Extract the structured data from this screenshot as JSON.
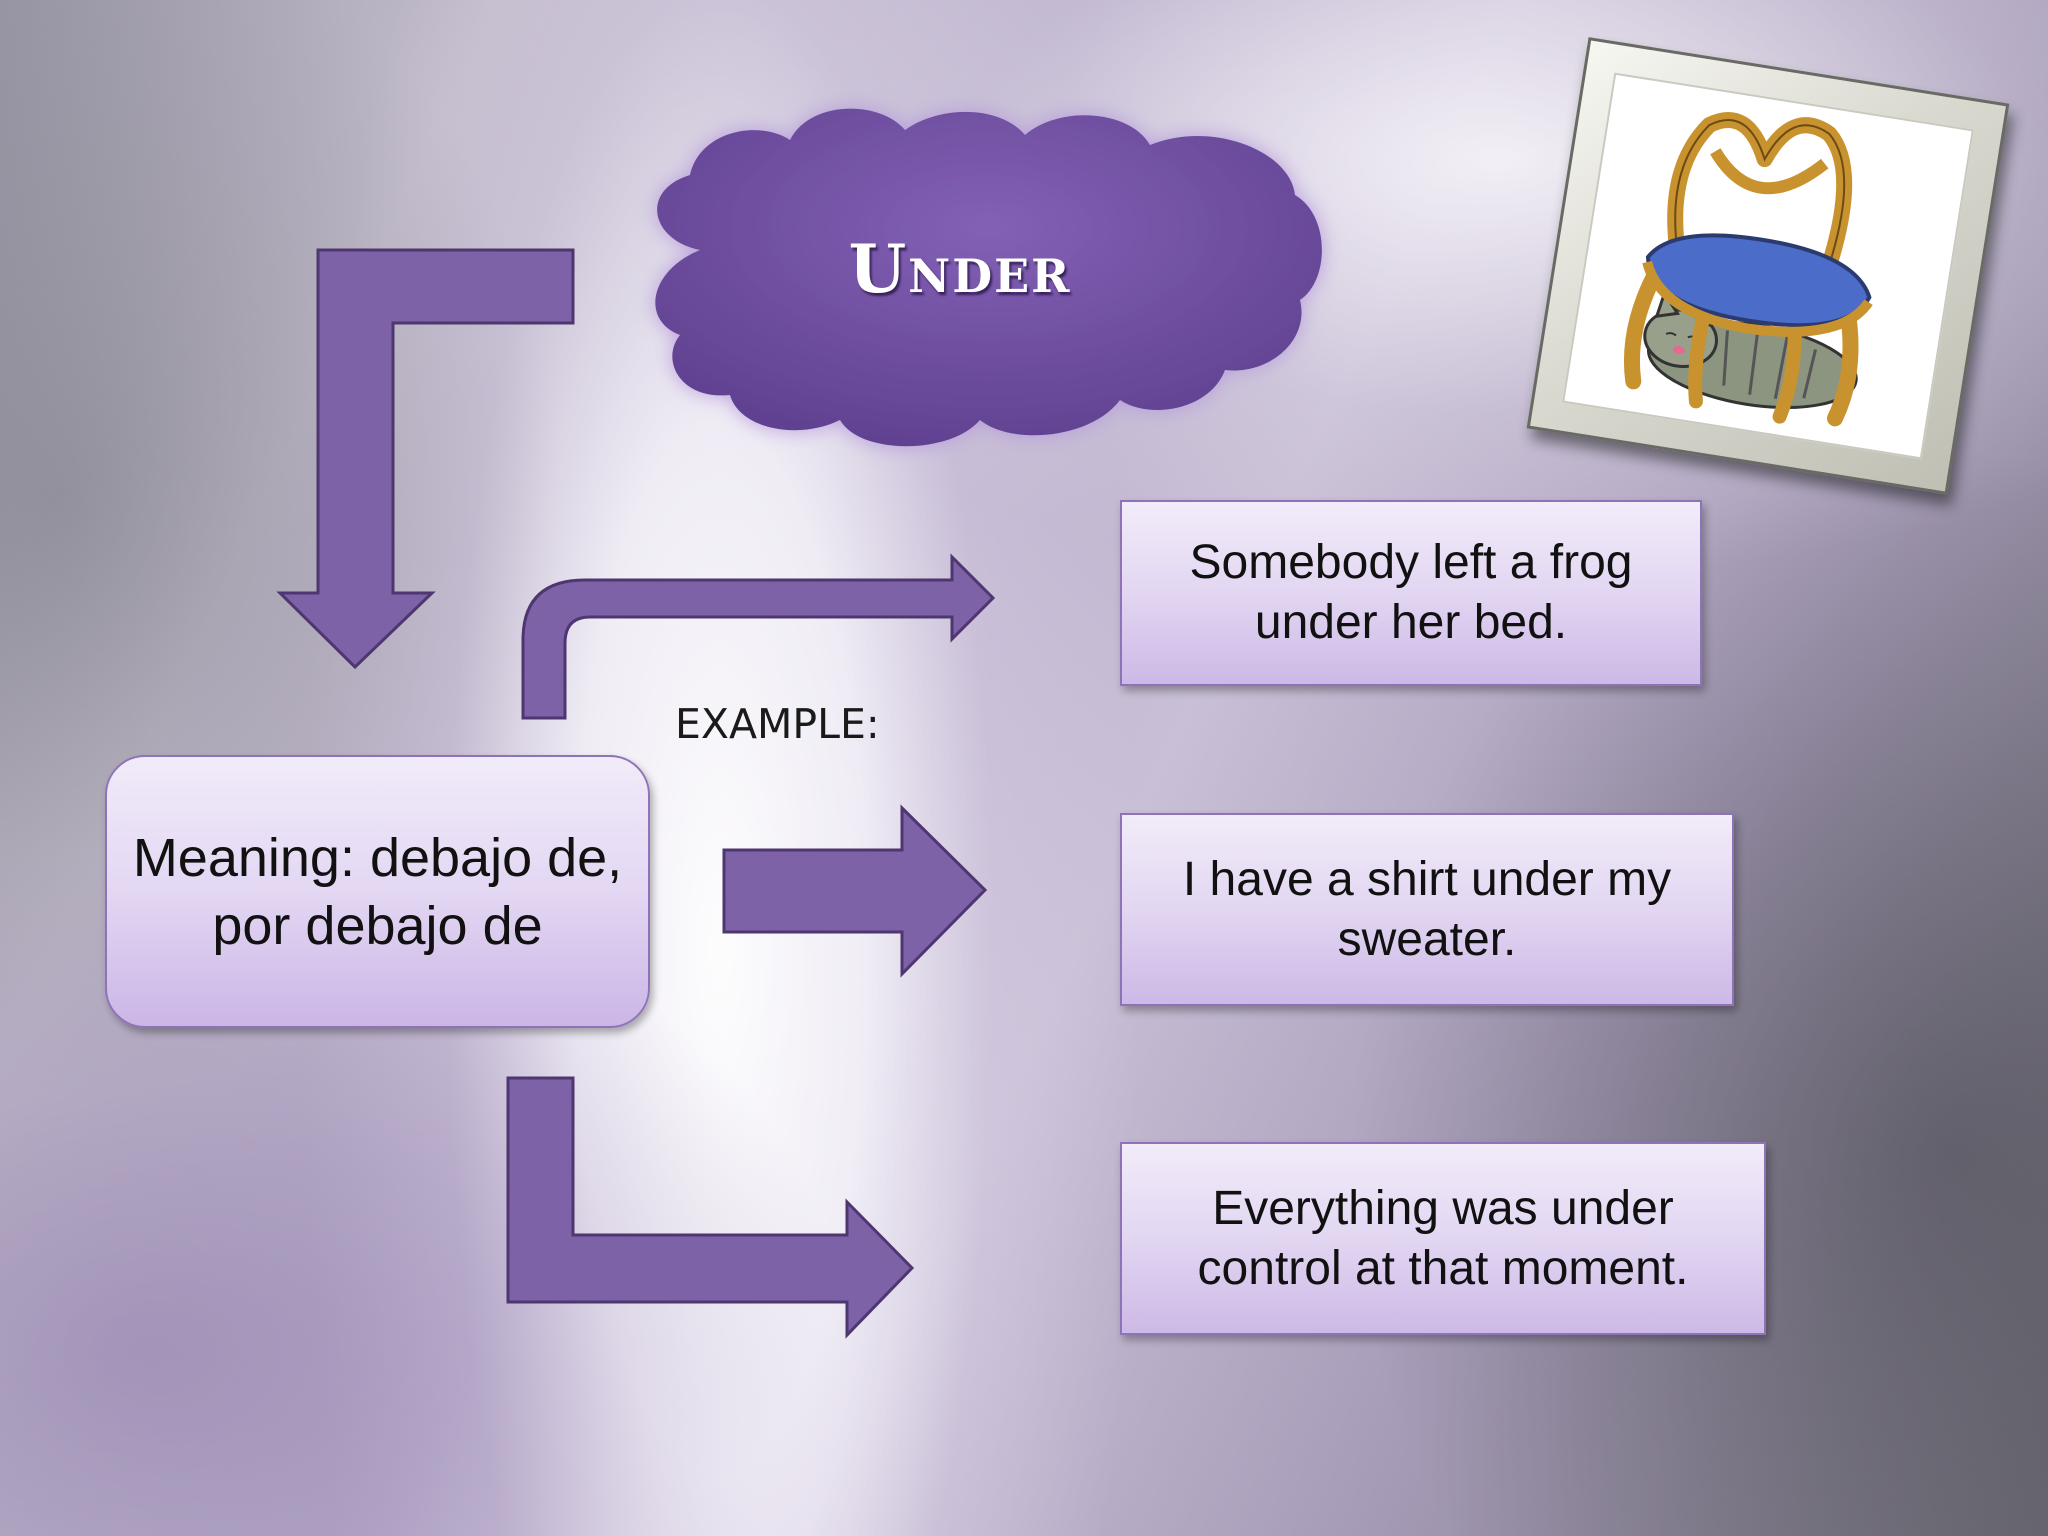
{
  "title": "Under",
  "meaning": "Meaning: debajo de, por debajo  de",
  "example_label": "EXAMPLE:",
  "examples": [
    "Somebody left a frog under her bed.",
    "I have a shirt under my sweater.",
    "Everything was under control at that moment."
  ],
  "colors": {
    "arrow_fill": "#7e62a8",
    "cloud_fill": "#6f4fa0",
    "box_border": "#8f73b8"
  },
  "image": {
    "icon": "chair-with-cat-under-it"
  }
}
